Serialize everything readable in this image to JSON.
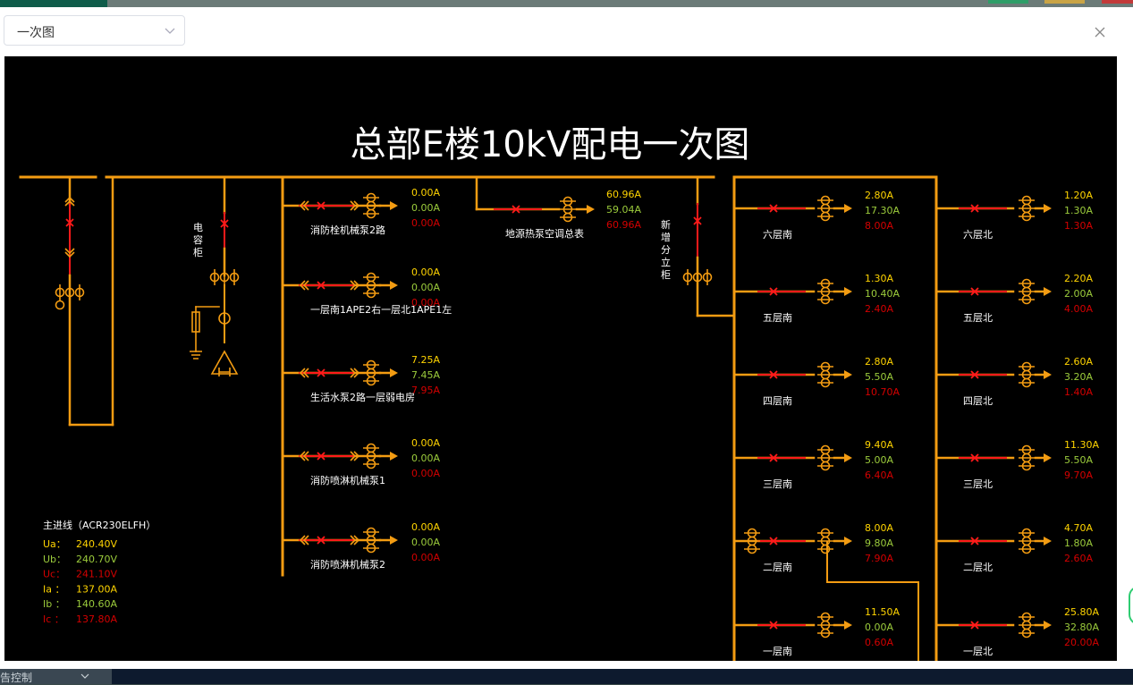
{
  "select": {
    "value": "一次图"
  },
  "diagram": {
    "title": "总部E楼10kV配电一次图",
    "cap_cabinet": "电容柜",
    "new_cabinet": "新增分立柜",
    "main_line": {
      "title": "主进线（ACR230ELFH）",
      "rows": [
        {
          "name": "Ua：",
          "value": "240.40V"
        },
        {
          "name": "Ub：",
          "value": "240.70V"
        },
        {
          "name": "Uc：",
          "value": "241.10V"
        },
        {
          "name": "Ia  ：",
          "value": "137.00A"
        },
        {
          "name": "Ib  ：",
          "value": "140.60A"
        },
        {
          "name": "Ic  ：",
          "value": "137.80A"
        }
      ]
    },
    "feeders": [
      {
        "label": "消防栓机械泵2路",
        "ia": "0.00A",
        "ib": "0.00A",
        "ic": "0.00A"
      },
      {
        "label": "一层南1APE2右一层北1APE1左",
        "ia": "0.00A",
        "ib": "0.00A",
        "ic": "0.00A"
      },
      {
        "label": "生活水泵2路一层弱电房",
        "ia": "7.25A",
        "ib": "7.45A",
        "ic": "7.95A"
      },
      {
        "label": "消防喷淋机械泵1",
        "ia": "0.00A",
        "ib": "0.00A",
        "ic": "0.00A"
      },
      {
        "label": "消防喷淋机械泵2",
        "ia": "0.00A",
        "ib": "0.00A",
        "ic": "0.00A"
      }
    ],
    "heat_pump": {
      "label": "地源热泵空调总表",
      "ia": "60.96A",
      "ib": "59.04A",
      "ic": "60.96A"
    },
    "south": [
      {
        "label": "六层南",
        "ia": "2.80A",
        "ib": "17.30A",
        "ic": "8.00A"
      },
      {
        "label": "五层南",
        "ia": "1.30A",
        "ib": "10.40A",
        "ic": "2.40A"
      },
      {
        "label": "四层南",
        "ia": "2.80A",
        "ib": "5.50A",
        "ic": "10.70A"
      },
      {
        "label": "三层南",
        "ia": "9.40A",
        "ib": "5.00A",
        "ic": "6.40A"
      },
      {
        "label": "二层南",
        "ia": "8.00A",
        "ib": "9.80A",
        "ic": "7.90A"
      },
      {
        "label": "一层南",
        "ia": "11.50A",
        "ib": "0.00A",
        "ic": "0.60A"
      }
    ],
    "north": [
      {
        "label": "六层北",
        "ia": "1.20A",
        "ib": "1.30A",
        "ic": "1.30A"
      },
      {
        "label": "五层北",
        "ia": "2.20A",
        "ib": "2.00A",
        "ic": "4.00A"
      },
      {
        "label": "四层北",
        "ia": "2.60A",
        "ib": "3.20A",
        "ic": "1.40A"
      },
      {
        "label": "三层北",
        "ia": "11.30A",
        "ib": "5.50A",
        "ic": "9.70A"
      },
      {
        "label": "二层北",
        "ia": "4.70A",
        "ib": "1.80A",
        "ic": "2.60A"
      },
      {
        "label": "一层北",
        "ia": "25.80A",
        "ib": "32.80A",
        "ic": "20.00A"
      }
    ],
    "colors": {
      "bus": "#f39c12",
      "breaker": "#ff1a1a",
      "phase_a": "#ffd400",
      "phase_b": "#9ccc3c",
      "phase_c": "#d40000",
      "text": "#ffffff"
    }
  },
  "bottom": {
    "select_label": "告控制"
  }
}
